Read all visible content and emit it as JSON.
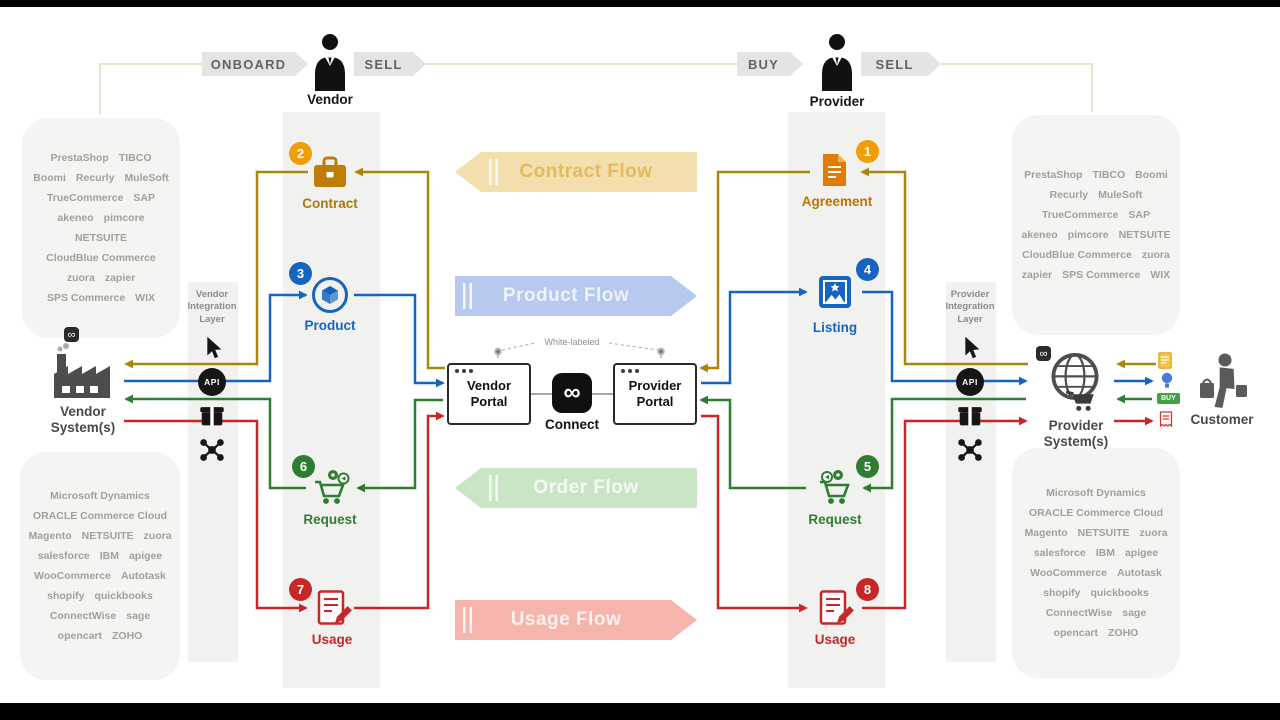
{
  "top": {
    "onboard": "ONBOARD",
    "sell_left": "SELL",
    "buy": "BUY",
    "sell_right": "SELL",
    "vendor": "Vendor",
    "provider": "Provider"
  },
  "systems": {
    "vendor": "Vendor System(s)",
    "provider": "Provider System(s)",
    "customer": "Customer",
    "vendor_integration": "Vendor Integration Layer",
    "provider_integration": "Provider Integration Layer"
  },
  "center": {
    "vendor_portal": "Vendor Portal",
    "provider_portal": "Provider Portal",
    "connect": "Connect",
    "white_labeled": "White-labeled"
  },
  "steps": {
    "agreement": {
      "num": "1",
      "label": "Agreement"
    },
    "contract": {
      "num": "2",
      "label": "Contract"
    },
    "product": {
      "num": "3",
      "label": "Product"
    },
    "listing": {
      "num": "4",
      "label": "Listing"
    },
    "request_provider": {
      "num": "5",
      "label": "Request"
    },
    "request_vendor": {
      "num": "6",
      "label": "Request"
    },
    "usage_vendor": {
      "num": "7",
      "label": "Usage"
    },
    "usage_provider": {
      "num": "8",
      "label": "Usage"
    }
  },
  "flows": {
    "contract": "Contract Flow",
    "product": "Product Flow",
    "order": "Order Flow",
    "usage": "Usage Flow"
  },
  "icons": {
    "api": "API",
    "connect_glyph": "∞",
    "buy_badge": "BUY"
  },
  "clouds": {
    "saas": [
      "PrestaShop",
      "TIBCO",
      "Boomi",
      "Recurly",
      "MuleSoft",
      "TrueCommerce",
      "SAP",
      "akeneo",
      "pimcore",
      "NETSUITE",
      "CloudBlue Commerce",
      "zuora",
      "zapier",
      "SPS Commerce",
      "WIX"
    ],
    "commerce": [
      "Microsoft Dynamics",
      "ORACLE Commerce Cloud",
      "Magento",
      "NETSUITE",
      "zuora",
      "salesforce",
      "IBM",
      "apigee",
      "WooCommerce",
      "Autotask",
      "shopify",
      "quickbooks",
      "ConnectWise",
      "sage",
      "opencart",
      "ZOHO"
    ]
  },
  "colors": {
    "contract": "#a8860d",
    "product": "#1565c0",
    "order": "#2e7d32",
    "usage": "#c62828"
  }
}
